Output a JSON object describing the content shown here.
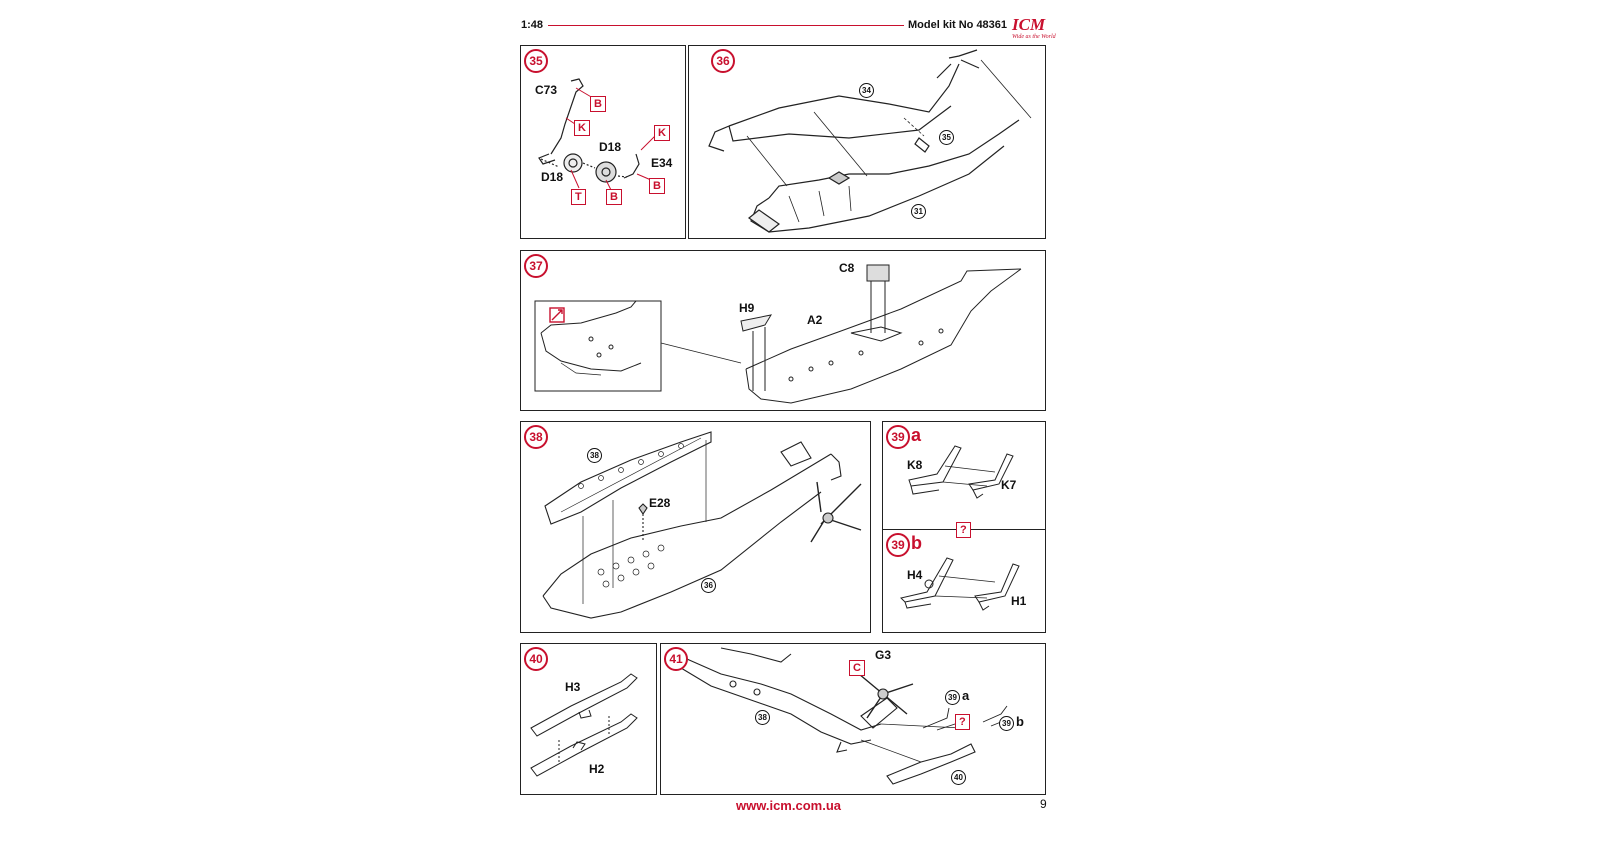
{
  "header": {
    "scale": "1:48",
    "kit_label": "Model kit No 48361",
    "brand": "ICM",
    "brand_tagline": "Wide as the World"
  },
  "footer": {
    "url": "www.icm.com.ua",
    "page_number": "9"
  },
  "colors": {
    "accent": "#c8102e",
    "line": "#222222"
  },
  "steps": [
    {
      "number": "35",
      "labels": [
        "C73",
        "D18",
        "D18",
        "E34"
      ],
      "colors": [
        "B",
        "K",
        "K",
        "T",
        "B",
        "B"
      ]
    },
    {
      "number": "36",
      "refs": [
        "34",
        "35",
        "31"
      ]
    },
    {
      "number": "37",
      "labels": [
        "C8",
        "H9",
        "A2"
      ],
      "detail_icon": "detail-arrow-icon"
    },
    {
      "number": "38",
      "labels": [
        "E28"
      ],
      "refs": [
        "38",
        "36"
      ]
    },
    {
      "number": "39",
      "sub": "a",
      "labels": [
        "K8",
        "K7"
      ]
    },
    {
      "number": "39",
      "sub": "b",
      "labels": [
        "H4",
        "H1"
      ],
      "color_unknown": "?"
    },
    {
      "number": "40",
      "labels": [
        "H3",
        "H2"
      ]
    },
    {
      "number": "41",
      "labels": [
        "G3"
      ],
      "colors": [
        "C",
        "?"
      ],
      "refs": [
        "38",
        "40"
      ],
      "sub_refs": [
        {
          "num": "39",
          "sub": "a"
        },
        {
          "num": "39",
          "sub": "b"
        }
      ]
    }
  ]
}
